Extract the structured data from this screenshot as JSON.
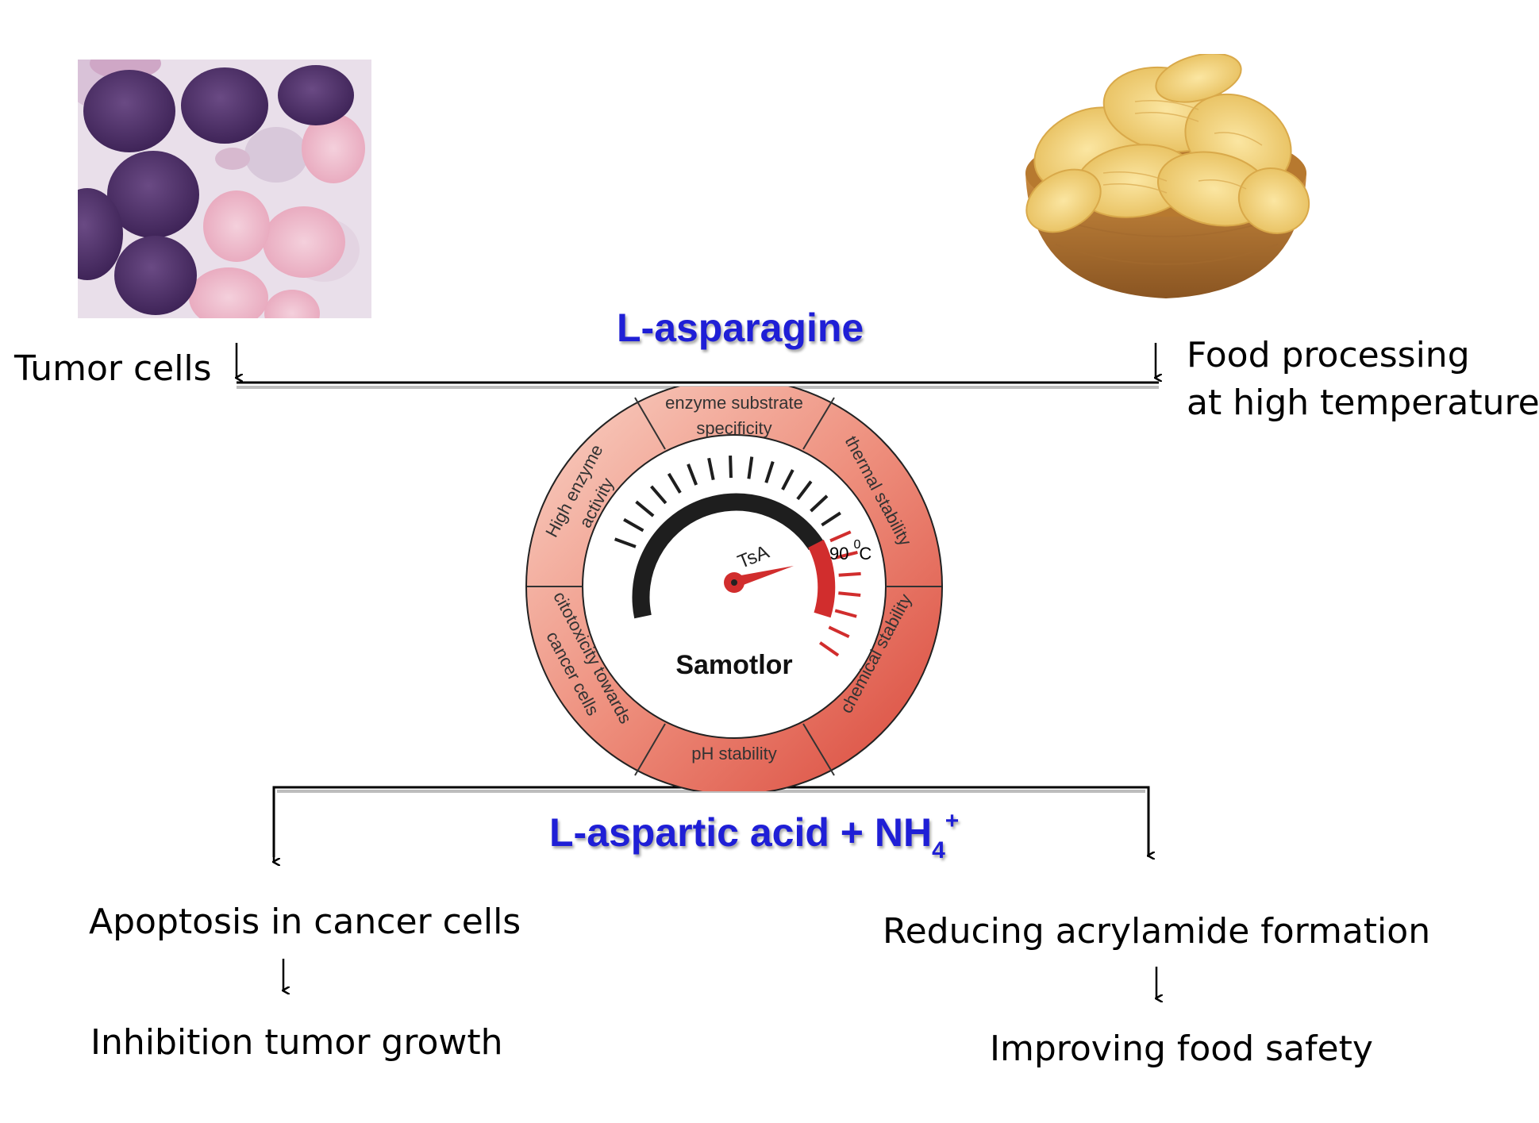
{
  "labels": {
    "tumor_cells": "Tumor cells",
    "food_processing_line1": "Food processing",
    "food_processing_line2": "at high temperature",
    "substrate": "L-asparagine",
    "product_main": "L-aspartic acid + NH",
    "product_sub": "4",
    "product_sup": "+",
    "apoptosis": "Apoptosis in cancer cells",
    "inhibition": "Inhibition tumor growth",
    "reducing": "Reducing acrylamide formation",
    "improving": "Improving food safety"
  },
  "gauge": {
    "center_label": "Samotlor",
    "needle_label": "TsA",
    "temp_value": "90",
    "temp_unit_sup": "0",
    "temp_unit": "C",
    "segments": [
      "enzyme substrate",
      "specificity",
      "thermal stability",
      "chemical stability",
      "pH stability",
      "citotoxicity towards",
      "cancer cells",
      "High enzyme",
      "activity"
    ]
  },
  "colors": {
    "title_blue": "#1f1fd6",
    "ring_light": "#f7c6b8",
    "ring_dark": "#d9473a",
    "gauge_red": "#d12d2d"
  }
}
